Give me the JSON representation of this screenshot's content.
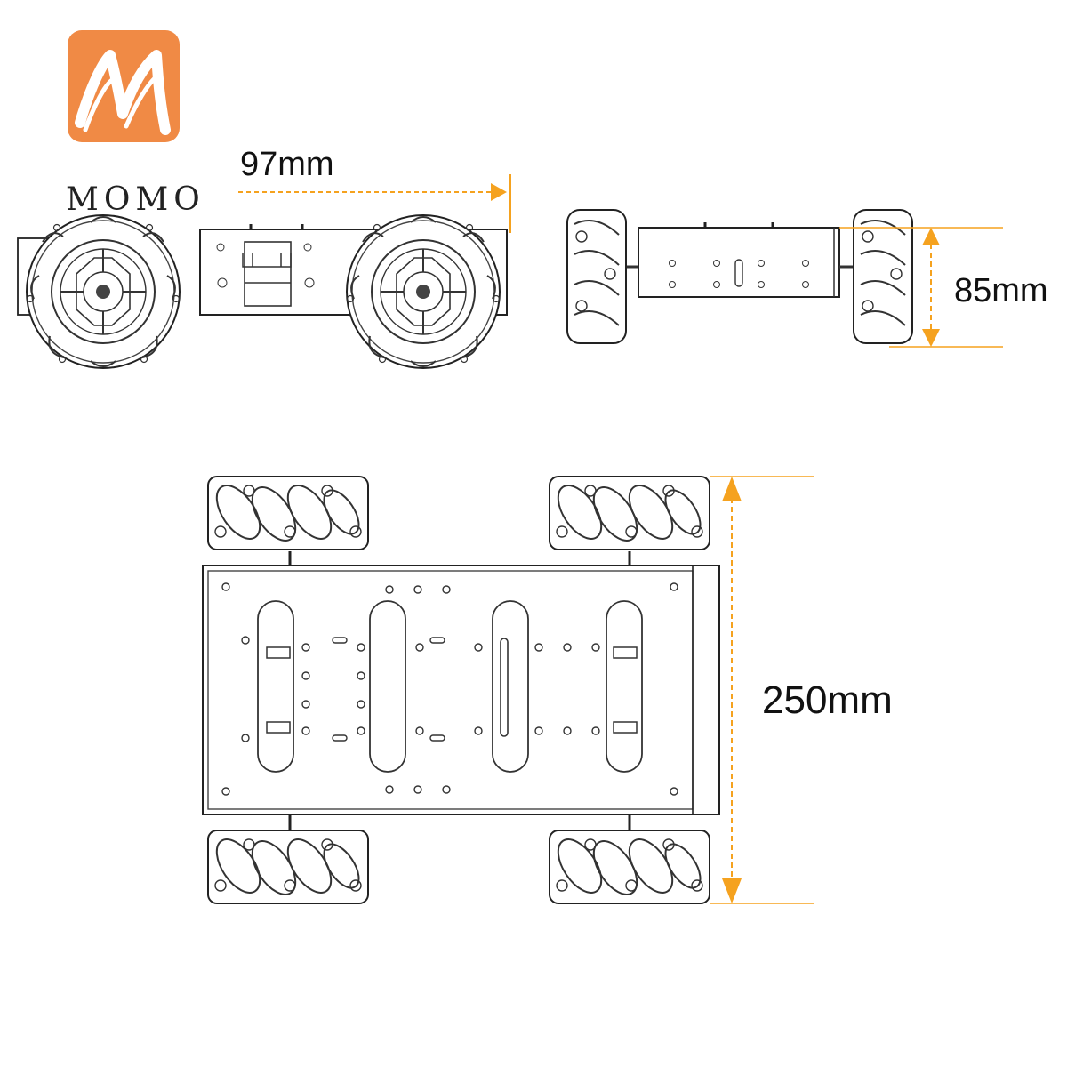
{
  "logo": {
    "word": "MOMO",
    "accent_color": "#f08a45"
  },
  "dimensions": {
    "length_label": "97mm",
    "height_label": "85mm",
    "width_label": "250mm",
    "dimension_color": "#f5a21f"
  },
  "views": {
    "side_view": "side",
    "front_view": "front",
    "top_view": "top"
  }
}
